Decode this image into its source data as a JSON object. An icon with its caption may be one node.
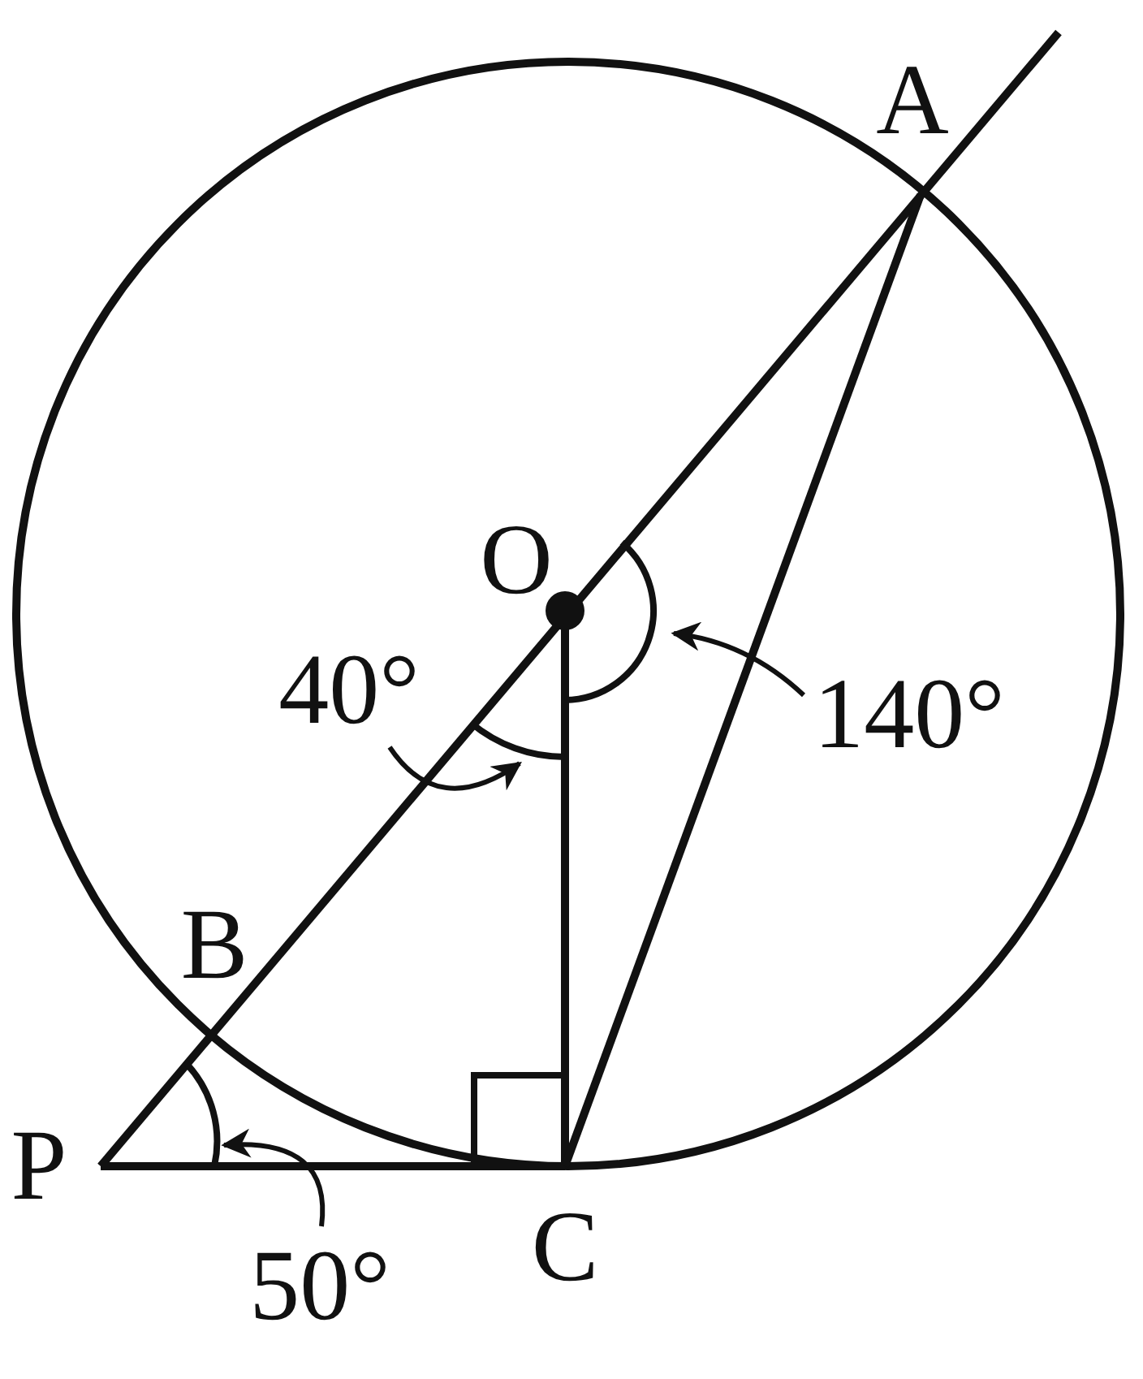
{
  "diagram": {
    "nodes": [
      {
        "text": [
          "40°"
        ]
      },
      {
        "text": [
          "140°"
        ]
      },
      {
        "text": [
          "50°"
        ]
      }
    ],
    "edges": [
      {
        "from": 0,
        "to": null,
        "arrow": "to"
      },
      {
        "from": 1,
        "to": null,
        "arrow": "to"
      },
      {
        "from": 2,
        "to": null,
        "arrow": "to"
      }
    ],
    "labels": [
      "A",
      "O",
      "B",
      "P",
      "C"
    ]
  }
}
